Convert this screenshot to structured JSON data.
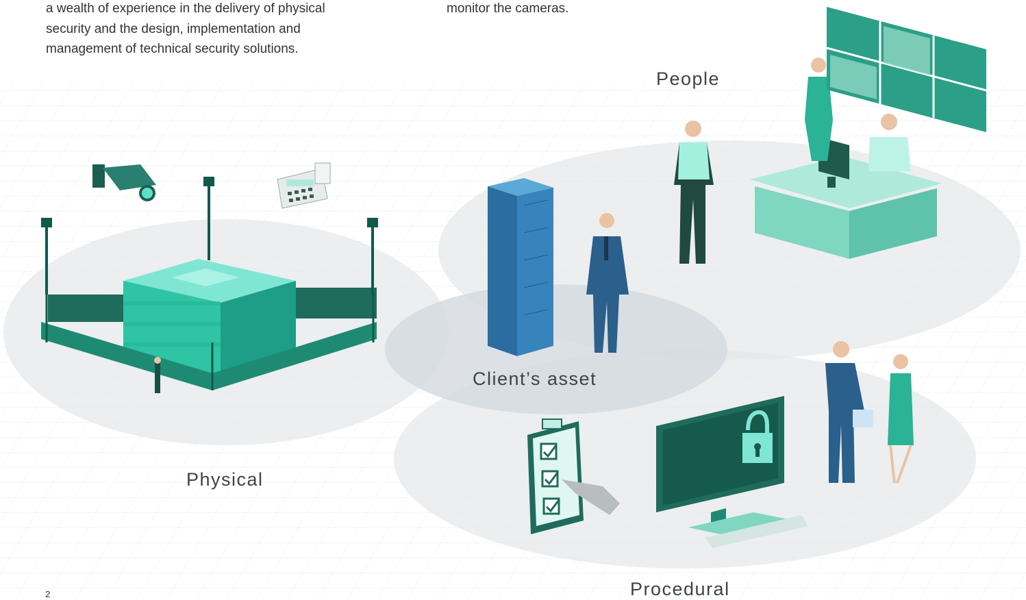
{
  "intro": {
    "left_lines": [
      "a wealth of experience in the delivery of physical",
      "security and the design, implementation and",
      "management of technical security solutions."
    ],
    "right_lines": [
      "monitor the cameras."
    ]
  },
  "labels": {
    "people": "People",
    "client_asset": "Client’s asset",
    "physical": "Physical",
    "procedural": "Procedural"
  },
  "page_number": "2",
  "colors": {
    "teal": "#2aa58a",
    "mint": "#8fe3cf",
    "navy": "#2b5f8c",
    "disc": "#ececec",
    "center_disc": "#d8dde3"
  },
  "icons": [
    "cctv-camera-icon",
    "keypad-icon",
    "server-rack-icon",
    "lock-icon",
    "clipboard-checklist-icon",
    "monitor-icon"
  ]
}
